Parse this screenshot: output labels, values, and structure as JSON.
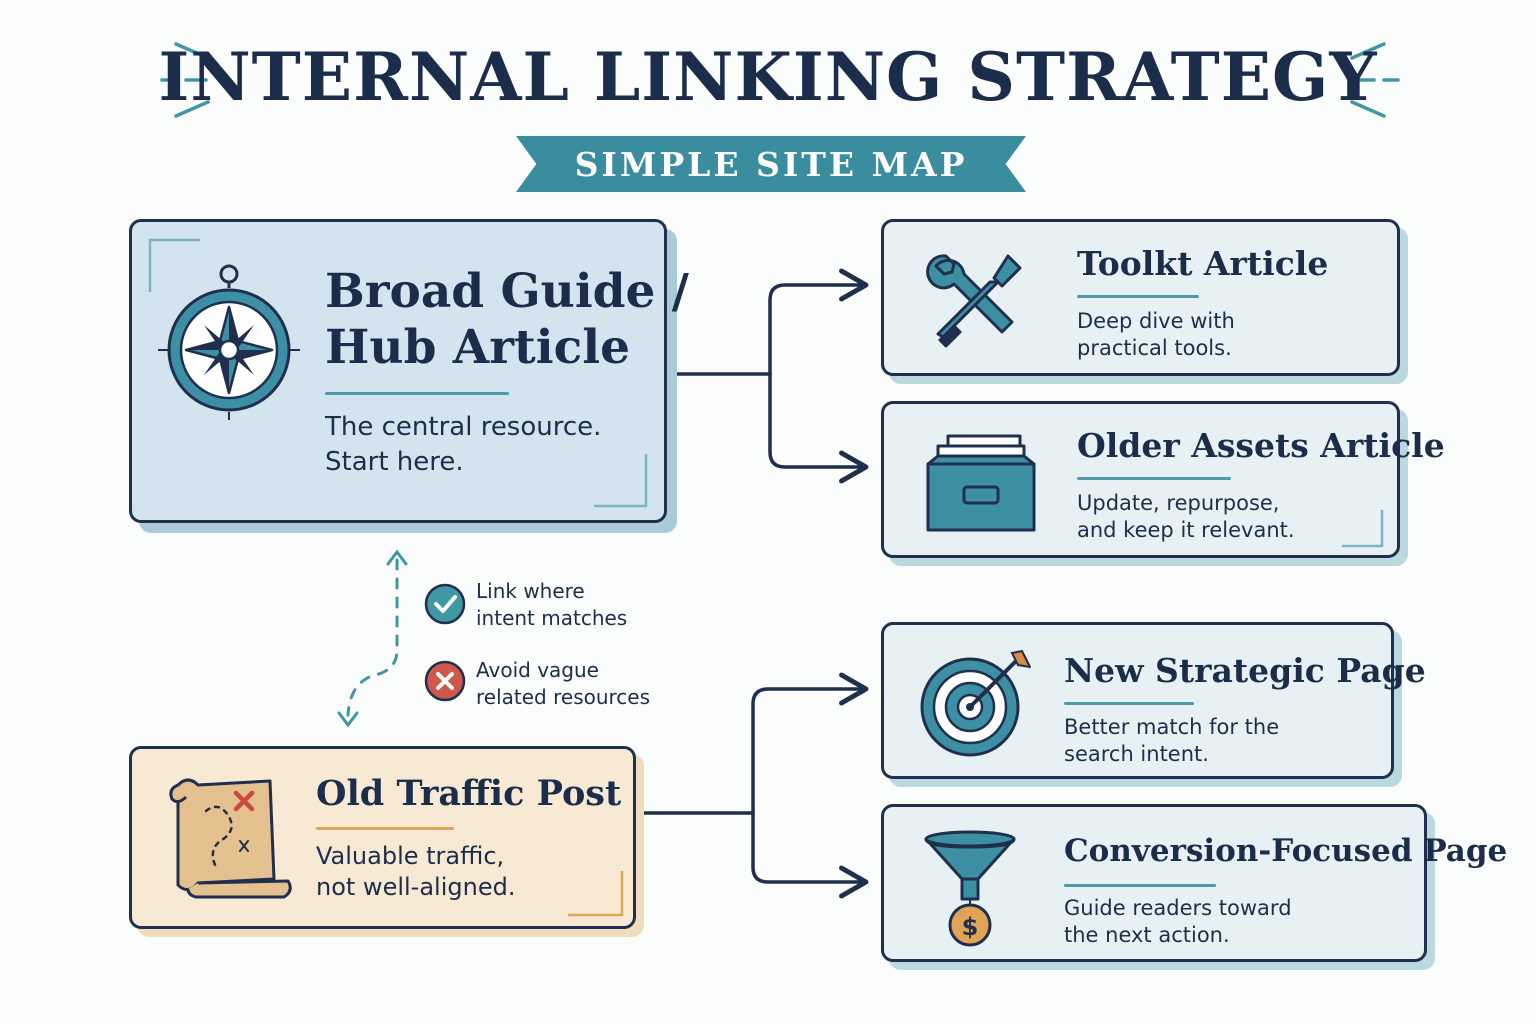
{
  "header": {
    "title": "INTERNAL LINKING STRATEGY",
    "subtitle": "SIMPLE SITE MAP"
  },
  "hub": {
    "title_line1": "Broad Guide /",
    "title_line2": "Hub Article",
    "desc_line1": "The central resource.",
    "desc_line2": "Start here.",
    "icon": "compass-icon"
  },
  "toolkit": {
    "title": "Toolkt Article",
    "desc_line1": "Deep dive with",
    "desc_line2": "practical tools.",
    "icon": "tools-icon"
  },
  "older": {
    "title": "Older Assets Article",
    "desc_line1": "Update, repurpose,",
    "desc_line2": "and keep it relevant.",
    "icon": "file-drawer-icon"
  },
  "old_post": {
    "title": "Old Traffic Post",
    "desc_line1": "Valuable traffic,",
    "desc_line2": "not well-aligned.",
    "icon": "treasure-map-icon"
  },
  "strategic": {
    "title": "New Strategic Page",
    "desc_line1": "Better match for the",
    "desc_line2": "search intent.",
    "icon": "target-icon"
  },
  "conversion": {
    "title": "Conversion-Focused Page",
    "desc_line1": "Guide readers toward",
    "desc_line2": "the next action.",
    "icon": "funnel-dollar-icon"
  },
  "notes": {
    "do_line1": "Link where",
    "do_line2": "intent matches",
    "dont_line1": "Avoid vague",
    "dont_line2": "related resources"
  },
  "colors": {
    "navy": "#1b2d4a",
    "teal": "#3a8d9e",
    "hub_fill": "#d3e4ef",
    "card_fill": "#e7f1f4",
    "old_fill": "#f7e9d3",
    "check_green": "#3f98a3",
    "cross_red": "#d0584a"
  }
}
